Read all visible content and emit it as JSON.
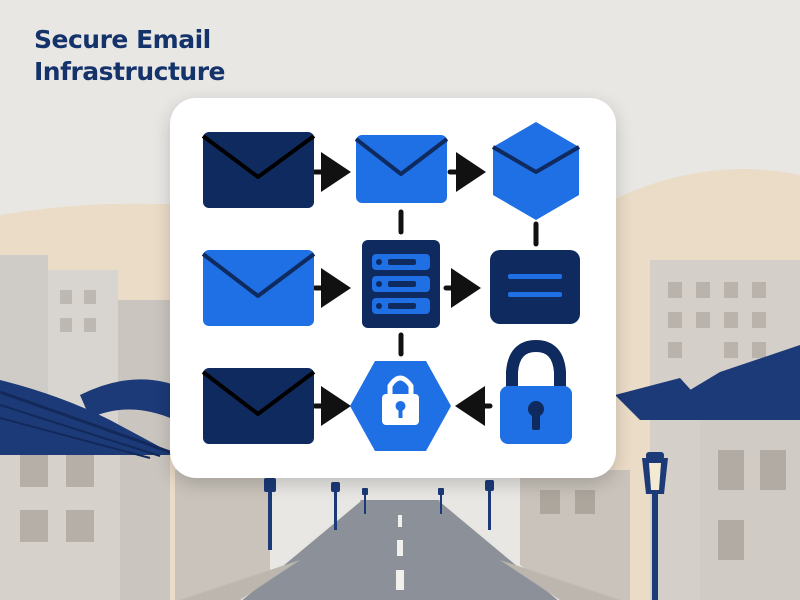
{
  "title": {
    "line1": "Secure Email",
    "line2": "Infrastructure"
  },
  "colors": {
    "navy": "#0f2a5e",
    "blue": "#1f6fe5",
    "arrow": "#111111",
    "white": "#ffffff"
  },
  "diagram": {
    "nodes": [
      {
        "id": "email-1",
        "icon": "envelope-icon",
        "fill": "navy"
      },
      {
        "id": "email-2",
        "icon": "envelope-icon",
        "fill": "blue"
      },
      {
        "id": "cube",
        "icon": "cube-icon",
        "fill": "blue"
      },
      {
        "id": "email-3",
        "icon": "envelope-icon",
        "fill": "blue"
      },
      {
        "id": "server",
        "icon": "server-icon",
        "fill": "navy"
      },
      {
        "id": "panel-box",
        "icon": "list-box-icon",
        "fill": "navy"
      },
      {
        "id": "email-4",
        "icon": "envelope-icon",
        "fill": "navy"
      },
      {
        "id": "lock-hex",
        "icon": "lock-hexagon-icon",
        "fill": "blue"
      },
      {
        "id": "padlock",
        "icon": "padlock-icon",
        "fill": "blue"
      }
    ],
    "edges": [
      {
        "from": "email-1",
        "to": "email-2",
        "kind": "arrow"
      },
      {
        "from": "email-2",
        "to": "cube",
        "kind": "arrow"
      },
      {
        "from": "email-3",
        "to": "server",
        "kind": "arrow"
      },
      {
        "from": "server",
        "to": "panel-box",
        "kind": "arrow"
      },
      {
        "from": "email-4",
        "to": "lock-hex",
        "kind": "arrow"
      },
      {
        "from": "padlock",
        "to": "lock-hex",
        "kind": "arrow"
      },
      {
        "from": "email-2",
        "to": "server",
        "kind": "line"
      },
      {
        "from": "cube",
        "to": "panel-box",
        "kind": "line"
      },
      {
        "from": "server",
        "to": "lock-hex",
        "kind": "line"
      }
    ]
  }
}
